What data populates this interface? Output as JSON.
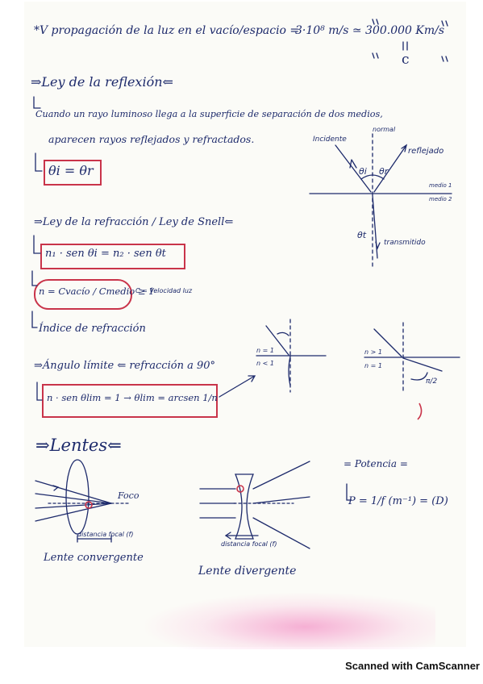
{
  "notes": {
    "speed_line": {
      "label": "*V propagación de la luz en el vacío/espacio =",
      "formula": "3·10⁸ m/s ≃ 300.000 Km/s",
      "symbol": "c"
    },
    "reflection": {
      "title": "⇒Ley de la reflexión⇐",
      "text_line1": "Cuando un rayo luminoso llega a la superficie de separación de dos medios,",
      "text_line2": "aparecen rayos reflejados y refractados.",
      "formula": "θi = θr",
      "diagram": {
        "incidente": "Incidente",
        "normal": "normal",
        "reflejado": "reflejado",
        "theta_i": "θi",
        "theta_r": "θr",
        "medio1": "medio 1",
        "medio2": "medio 2",
        "theta_t": "θt",
        "transmitido": "transmitido"
      }
    },
    "refraction": {
      "title": "⇒Ley de la refracción / Ley de Snell⇐",
      "snell": "n₁ · sen θi = n₂ · sen θt",
      "index_formula": "n = Cvacío / Cmedio ≥ 1",
      "c_note": "C = Velocidad luz",
      "index_label": "Índice de refracción"
    },
    "limit": {
      "title": "⇒Ángulo límite ⇐ refracción a 90°",
      "formula": "n · sen θlim = 1 → θlim = arcsen 1/n",
      "left_top": "n = 1",
      "left_bottom": "n < 1",
      "right_top": "n > 1",
      "right_bottom": "n = 1",
      "angle": "π/2"
    },
    "lenses": {
      "title": "⇒Lentes⇐",
      "foco": "Foco",
      "dist_conv": "distancia focal (f)",
      "conv_label": "Lente convergente",
      "dist_div": "distancia focal (f)",
      "div_label": "Lente divergente",
      "potencia": "= Potencia =",
      "potencia_formula": "P = 1/f  (m⁻¹) = (D)"
    }
  },
  "footer": "Scanned with CamScanner",
  "colors": {
    "ink": "#1d2a6b",
    "box": "#c9344a",
    "stain": "#f496c8"
  }
}
